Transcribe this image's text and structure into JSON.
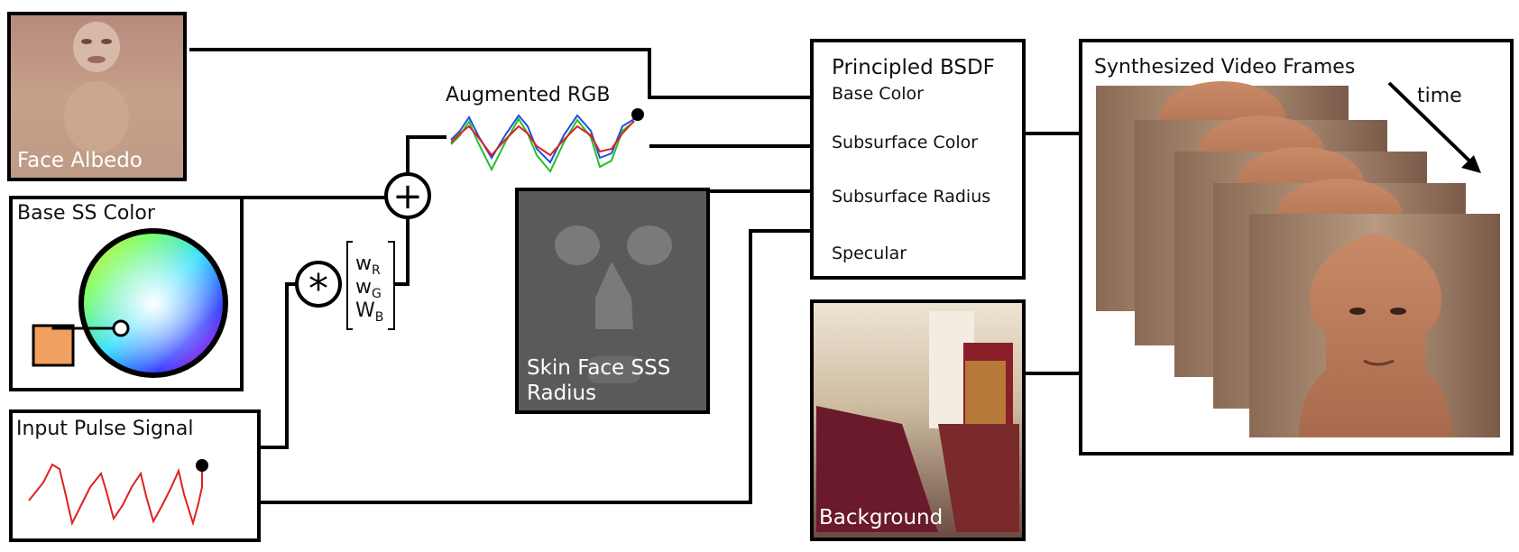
{
  "panels": {
    "face_albedo": "Face Albedo",
    "base_ss_color": "Base SS Color",
    "input_pulse_signal": "Input Pulse Signal",
    "augmented_rgb": "Augmented RGB",
    "skin_sss_radius_line1": "Skin Face SSS",
    "skin_sss_radius_line2": "Radius",
    "background": "Background",
    "synthesized_frames": "Synthesized Video Frames",
    "time": "time"
  },
  "bsdf": {
    "title": "Principled BSDF",
    "inputs": [
      "Base Color",
      "Subsurface Color",
      "Subsurface Radius",
      "Specular"
    ]
  },
  "weights": {
    "r_base": "w",
    "r_sub": "R",
    "g_base": "w",
    "g_sub": "G",
    "b_base": "W",
    "b_sub": "B"
  },
  "operators": {
    "add": "+",
    "convolve": "*"
  },
  "colors": {
    "signal_red": "#e02020",
    "signal_green": "#22c02a",
    "signal_blue": "#2050e0",
    "swatch": "#f2a060",
    "sss_gray": "#5a5a5a"
  }
}
